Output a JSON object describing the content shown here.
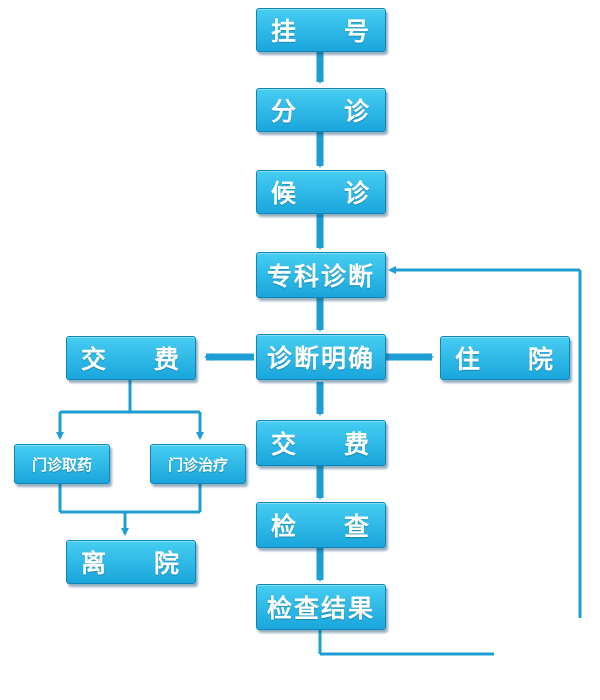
{
  "colors": {
    "box_top": "#46cdf2",
    "box_bottom": "#1aa6dc",
    "line": "#1d9fd6"
  },
  "nodes": {
    "register": {
      "chars": [
        "挂",
        "号"
      ]
    },
    "triage": {
      "chars": [
        "分",
        "诊"
      ]
    },
    "waiting": {
      "chars": [
        "候",
        "诊"
      ]
    },
    "specialist": {
      "label": "专科诊断"
    },
    "diagnosis": {
      "label": "诊断明确"
    },
    "pay_left": {
      "chars": [
        "交",
        "费"
      ]
    },
    "hospitalize": {
      "chars": [
        "住",
        "院"
      ]
    },
    "pharmacy": {
      "label": "门诊取药"
    },
    "treatment": {
      "label": "门诊治疗"
    },
    "pay_center": {
      "chars": [
        "交",
        "费"
      ]
    },
    "discharge": {
      "chars": [
        "离",
        "院"
      ]
    },
    "examination": {
      "chars": [
        "检",
        "查"
      ]
    },
    "exam_result": {
      "label": "检查结果"
    }
  }
}
